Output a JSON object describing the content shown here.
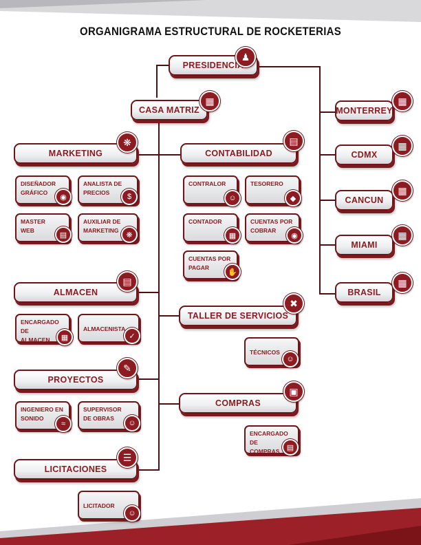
{
  "title": "ORGANIGRAMA ESTRUCTURAL DE ROCKETERIAS",
  "nodes": {
    "presidencia": "PRESIDENCIA",
    "casa_matriz": "CASA MATRIZ",
    "monterrey": "MONTERREY",
    "cdmx": "CDMX",
    "cancun": "CANCUN",
    "miami": "MIAMI",
    "brasil": "BRASIL",
    "marketing": "MARKETING",
    "contabilidad": "CONTABILIDAD",
    "almacen": "ALMACEN",
    "taller": "TALLER DE SERVICIOS",
    "proyectos": "PROYECTOS",
    "compras": "COMPRAS",
    "licitaciones": "LICITACIONES"
  },
  "subs": {
    "disenador": "DISEÑADOR\nGRÁFICO",
    "analista": "ANALISTA DE\nPRECIOS",
    "master_web": "MASTER\nWEB",
    "auxiliar_marketing": "AUXILIAR DE\nMARKETING",
    "contralor": "CONTRALOR",
    "tesorero": "TESORERO",
    "contador": "CONTADOR",
    "cuentas_cobrar": "CUENTAS POR\nCOBRAR",
    "cuentas_pagar": "CUENTAS POR\nPAGAR",
    "encargado_almacen": "ENCARGADO DE\nALMACEN",
    "almacenista": "ALMACENISTA",
    "tecnicos": "TÉCNICOS",
    "ingeniero": "INGENIERO EN\nSONIDO",
    "supervisor": "SUPERVISOR\nDE OBRAS",
    "encargado_compras": "ENCARGADO DE\nCOMPRAS",
    "licitador": "LICITADOR"
  },
  "colors": {
    "brand": "#8c1c22",
    "line": "#4d1012",
    "band_dark": "#8c1c22",
    "band_grey": "#c8c8cc"
  }
}
